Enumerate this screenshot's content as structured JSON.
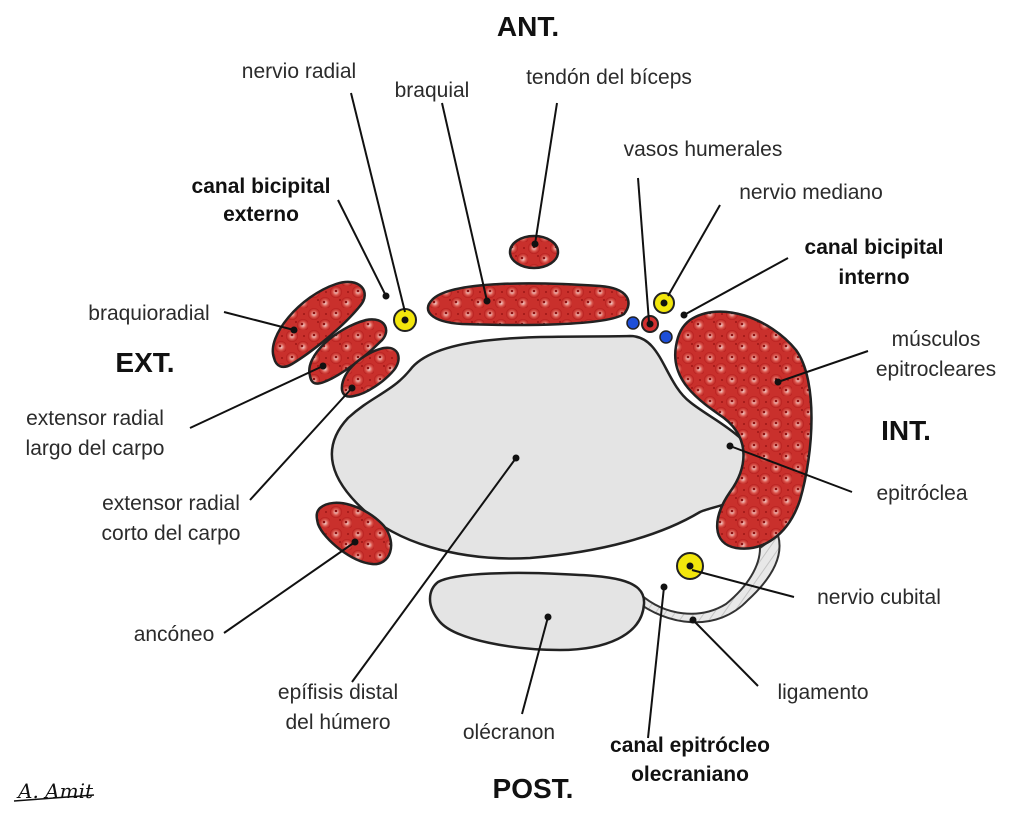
{
  "directions": {
    "anterior": "ANT.",
    "posterior": "POST.",
    "external": "EXT.",
    "internal": "INT."
  },
  "labels": {
    "nervio_radial": "nervio radial",
    "braquial": "braquial",
    "tendon_biceps": "tendón del bíceps",
    "vasos_humerales": "vasos humerales",
    "nervio_mediano": "nervio mediano",
    "canal_bicipital_externo": [
      "canal bicipital",
      "externo"
    ],
    "canal_bicipital_interno": [
      "canal bicipital",
      "interno"
    ],
    "braquioradial": "braquioradial",
    "musculos_epitrocleares": [
      "músculos",
      "epitrocleares"
    ],
    "extensor_radial_largo": [
      "extensor radial",
      "largo del carpo"
    ],
    "extensor_radial_corto": [
      "extensor radial",
      "corto del carpo"
    ],
    "epitroclea": "epitróclea",
    "ancóneo": "ancóneo",
    "nervio_cubital": "nervio cubital",
    "epifisis": [
      "epífisis distal",
      "del húmero"
    ],
    "ligamento": "ligamento",
    "olecranon": "olécranon",
    "canal_epitrocleo": [
      "canal epitrócleo",
      "olecraniano"
    ]
  },
  "signature": "A. Amit",
  "colors": {
    "muscle_red": "#c62828",
    "muscle_light": "#f3c7c2",
    "bone_gray": "#e4e4e4",
    "nerve_yellow": "#f2e60c",
    "vessel_red": "#d32f2f",
    "vessel_blue": "#1e4fd8"
  }
}
